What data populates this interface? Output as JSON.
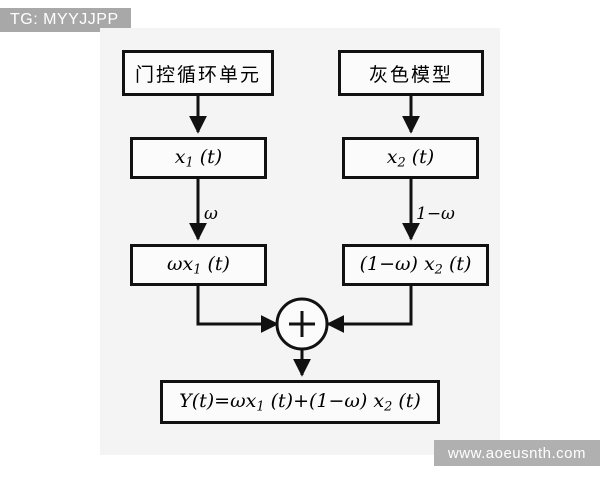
{
  "overlays": {
    "tg_badge": "TG: MYYJJPP",
    "site_watermark": "www.aoeusnth.com"
  },
  "colors": {
    "panel_background": "#f4f4f4",
    "page_background": "#ffffff",
    "box_border": "#111111",
    "box_fill": "#fbfbfb",
    "badge_background": "#a8a8a8",
    "badge_text": "#ffffff",
    "line": "#111111"
  },
  "diagram": {
    "type": "flowchart",
    "title": "",
    "nodes": [
      {
        "id": "gru",
        "label": "门控循环单元",
        "kind": "process",
        "column": "left"
      },
      {
        "id": "grey",
        "label": "灰色模型",
        "kind": "process",
        "column": "right"
      },
      {
        "id": "x1",
        "label": "x1 (t)",
        "kind": "signal",
        "column": "left"
      },
      {
        "id": "x2",
        "label": "x2 (t)",
        "kind": "signal",
        "column": "right"
      },
      {
        "id": "wx1",
        "label": "ωx1 (t)",
        "kind": "signal",
        "column": "left"
      },
      {
        "id": "wx2",
        "label": "(1−ω) x2 (t)",
        "kind": "signal",
        "column": "right"
      },
      {
        "id": "sum",
        "label": "+",
        "kind": "operator",
        "column": "center"
      },
      {
        "id": "output",
        "label": "Y(t)=ωx1 (t)+(1−ω) x2 (t)",
        "kind": "result",
        "column": "center"
      }
    ],
    "edges": [
      {
        "from": "gru",
        "to": "x1",
        "label": ""
      },
      {
        "from": "grey",
        "to": "x2",
        "label": ""
      },
      {
        "from": "x1",
        "to": "wx1",
        "label": "ω"
      },
      {
        "from": "x2",
        "to": "wx2",
        "label": "1−ω"
      },
      {
        "from": "wx1",
        "to": "sum",
        "label": ""
      },
      {
        "from": "wx2",
        "to": "sum",
        "label": ""
      },
      {
        "from": "sum",
        "to": "output",
        "label": ""
      }
    ]
  },
  "labels": {
    "box_gru": "门控循环单元",
    "box_grey": "灰色模型",
    "edge_omega": "ω",
    "edge_one_minus_omega": "1−ω",
    "sum_operator": "+",
    "x1_var": "x",
    "x1_sub": "1",
    "x1_arg": "(t)",
    "x2_var": "x",
    "x2_sub": "2",
    "x2_arg": "(t)",
    "wx1_weight": "ω",
    "wx1_var": "x",
    "wx1_sub": "1",
    "wx1_arg": "(t)",
    "wx2_weight": "(1−ω)",
    "wx2_var": "x",
    "wx2_sub": "2",
    "wx2_arg": "(t)",
    "out_lhs": "Y(t)=",
    "out_w1": "ω",
    "out_x1": "x",
    "out_x1_sub": "1",
    "out_x1_arg": "(t)",
    "out_plus": "+",
    "out_w2": "(1−ω)",
    "out_x2": "x",
    "out_x2_sub": "2",
    "out_x2_arg": "(t)"
  }
}
